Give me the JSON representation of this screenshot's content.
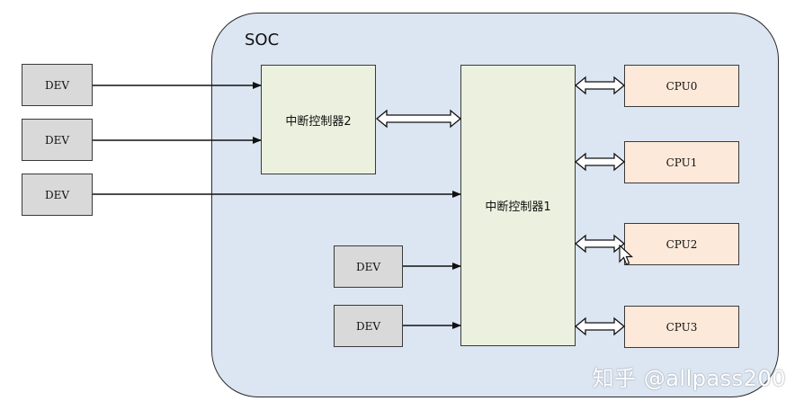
{
  "soc": {
    "label": "SOC"
  },
  "external_devs": [
    {
      "label": "DEV"
    },
    {
      "label": "DEV"
    },
    {
      "label": "DEV"
    }
  ],
  "internal_devs": [
    {
      "label": "DEV"
    },
    {
      "label": "DEV"
    }
  ],
  "controllers": {
    "secondary": {
      "label": "中断控制器2"
    },
    "primary": {
      "label": "中断控制器1"
    }
  },
  "cpus": [
    {
      "label": "CPU0"
    },
    {
      "label": "CPU1"
    },
    {
      "label": "CPU2"
    },
    {
      "label": "CPU3"
    }
  ],
  "watermark": {
    "text": "知乎 @allpass200"
  },
  "colors": {
    "soc_fill": "#dce6f2",
    "controller_fill": "#ebf1de",
    "cpu_fill": "#fde9d9",
    "dev_fill": "#d9d9d9"
  }
}
